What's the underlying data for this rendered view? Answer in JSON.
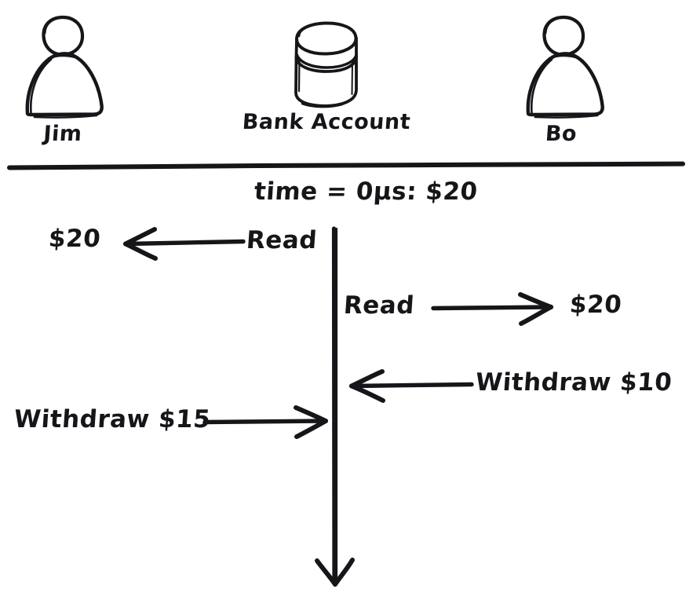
{
  "diagram": {
    "title": "Bank Account concurrent access timeline",
    "background_color": "#ffffff",
    "ink_color": "#16161a",
    "actors": [
      {
        "id": "jim",
        "label": "Jim",
        "icon": "person-icon",
        "side": "left"
      },
      {
        "id": "bank",
        "label": "Bank Account",
        "icon": "jar-database-icon",
        "side": "center"
      },
      {
        "id": "bo",
        "label": "Bo",
        "icon": "person-icon",
        "side": "right"
      }
    ],
    "divider": {
      "name": "header-divider"
    },
    "time_label": "time = 0μs: $20",
    "timeline": {
      "name": "timeline-arrow",
      "direction": "down"
    },
    "events": [
      {
        "id": "evt-1",
        "actor": "jim",
        "direction": "left",
        "message": "Read",
        "result": "$20"
      },
      {
        "id": "evt-2",
        "actor": "bo",
        "direction": "right",
        "message": "Read",
        "result": "$20"
      },
      {
        "id": "evt-3",
        "actor": "bo",
        "direction": "left",
        "message": "Withdraw $10",
        "result": ""
      },
      {
        "id": "evt-4",
        "actor": "jim",
        "direction": "right",
        "message": "Withdraw $15",
        "result": ""
      }
    ]
  }
}
